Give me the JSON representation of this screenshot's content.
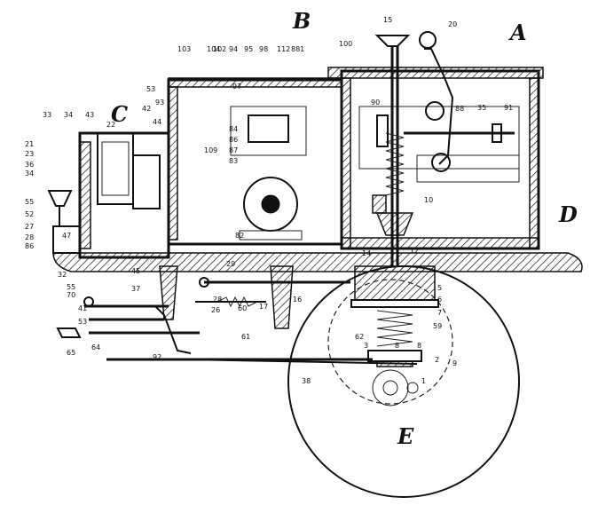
{
  "letters": {
    "A": "A",
    "B": "B",
    "C": "C",
    "D": "D",
    "E": "E"
  },
  "labels": [
    "103",
    "104",
    "102",
    "94",
    "95",
    "98",
    "112",
    "881",
    "100",
    "15",
    "20",
    "53",
    "93",
    "97",
    "84",
    "86",
    "87",
    "83",
    "88",
    "35",
    "91",
    "90",
    "33",
    "34",
    "43",
    "42",
    "22",
    "44",
    "109",
    "21",
    "23",
    "36",
    "34",
    "55",
    "52",
    "27",
    "28",
    "86",
    "47",
    "10",
    "32",
    "55",
    "45",
    "37",
    "29",
    "82",
    "28",
    "12",
    "16",
    "14",
    "13",
    "70",
    "41",
    "53",
    "26",
    "60",
    "17",
    "59",
    "62",
    "3",
    "8",
    "5",
    "6",
    "7",
    "2",
    "65",
    "64",
    "92",
    "61",
    "38",
    "9",
    "1",
    "8"
  ],
  "colors": {
    "ink": "#111111",
    "paper": "#ffffff"
  }
}
